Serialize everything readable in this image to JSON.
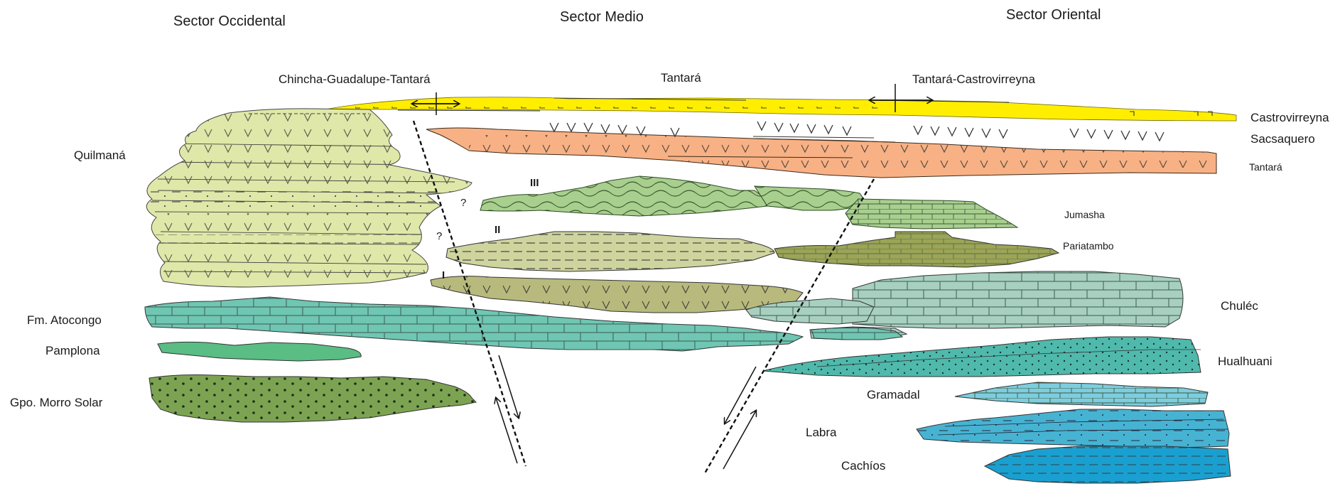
{
  "sectors": {
    "west": "Sector Occidental",
    "middle": "Sector Medio",
    "east": "Sector Oriental"
  },
  "faults": {
    "west": "Chincha-Guadalupe-Tantará",
    "middle": "Tantará",
    "east": "Tantará-Castrovirreyna"
  },
  "units": {
    "quilmana": "Quilmaná",
    "atocongo": "Fm. Atocongo",
    "pamplona": "Pamplona",
    "morro_solar": "Gpo. Morro Solar",
    "castrovirreyna": "Castrovirreyna",
    "sacsaquero": "Sacsaquero",
    "tantara": "Tantará",
    "jumasha": "Jumasha",
    "pariatambo": "Pariatambo",
    "chulec": "Chuléc",
    "hualhuani": "Hualhuani",
    "gramadal": "Gramadal",
    "labra": "Labra",
    "cachios": "Cachíos"
  },
  "levels": {
    "l1": "I",
    "l2": "II",
    "l3": "III"
  },
  "uncertain": "?",
  "colors": {
    "castrovirreyna": "#ffee00",
    "tantara": "#f8b184",
    "quilmana": "#dfe8a8",
    "green_light": "#a9cf8f",
    "olive_light": "#cfd49e",
    "olive": "#b7ba7c",
    "olive_dark": "#9ca457",
    "atocongo": "#6fc6b3",
    "chulec": "#a8d0c0",
    "pamplona": "#59bd84",
    "morro_solar": "#7ca352",
    "hualhuani": "#4fb9ac",
    "gramadal": "#7dcde0",
    "labra": "#47b3d3",
    "cachios": "#1aa0d0"
  }
}
